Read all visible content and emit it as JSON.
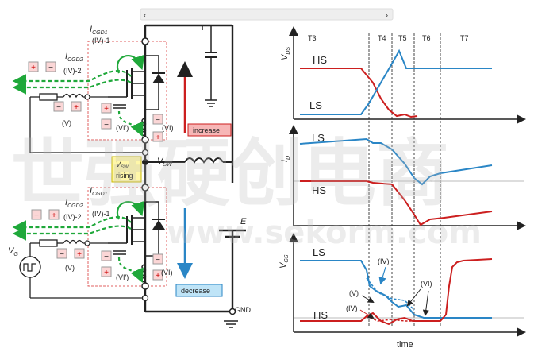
{
  "scrollbar": {
    "left_arrow": "‹",
    "right_arrow": "›"
  },
  "circuit": {
    "hs_labels": {
      "icgd2": "I",
      "icgd2_sub": "CGD2",
      "iv2": "(IV)-2",
      "icgd1": "I",
      "icgd1_sub": "CGD1",
      "iv1": "(IV)-1",
      "v": "(V)",
      "vi_prime": "(VI')",
      "vi": "(VI)"
    },
    "ls_labels": {
      "icgd2": "I",
      "icgd2_sub": "CGD2",
      "iv2": "(IV)-2",
      "icgd1": "I",
      "icgd1_sub": "CGD1",
      "iv1": "(IV)-1",
      "v": "(V)",
      "vi_prime": "(VI')",
      "vi": "(VI)"
    },
    "vsw_box": {
      "v": "V",
      "sub": "SW",
      "text": "rising"
    },
    "vsw_node": {
      "v": "V",
      "sub": "SW"
    },
    "increase": "increase",
    "decrease": "decrease",
    "source": "E",
    "gnd": "GND",
    "vg": {
      "v": "V",
      "sub": "G"
    },
    "plus": "+",
    "minus": "−"
  },
  "chart": {
    "phases": [
      "T3",
      "T4",
      "T5",
      "T6",
      "T7"
    ],
    "panel1": {
      "ylabel": "V",
      "ylabel_sub": "DS",
      "hs": "HS",
      "ls": "LS"
    },
    "panel2": {
      "ylabel": "I",
      "ylabel_sub": "D",
      "hs": "HS",
      "ls": "LS"
    },
    "panel3": {
      "ylabel": "V",
      "ylabel_sub": "GS",
      "hs": "HS",
      "ls": "LS",
      "annotations": [
        "(IV)",
        "(V)",
        "(IV)",
        "(VI)"
      ]
    },
    "xlabel": "time",
    "colors": {
      "hs": "#cc1f1f",
      "ls": "#2a86c6",
      "green": "#1fa83a"
    }
  },
  "watermark": {
    "cn": "世强硬创电商",
    "url": "www.sekorm.com"
  }
}
